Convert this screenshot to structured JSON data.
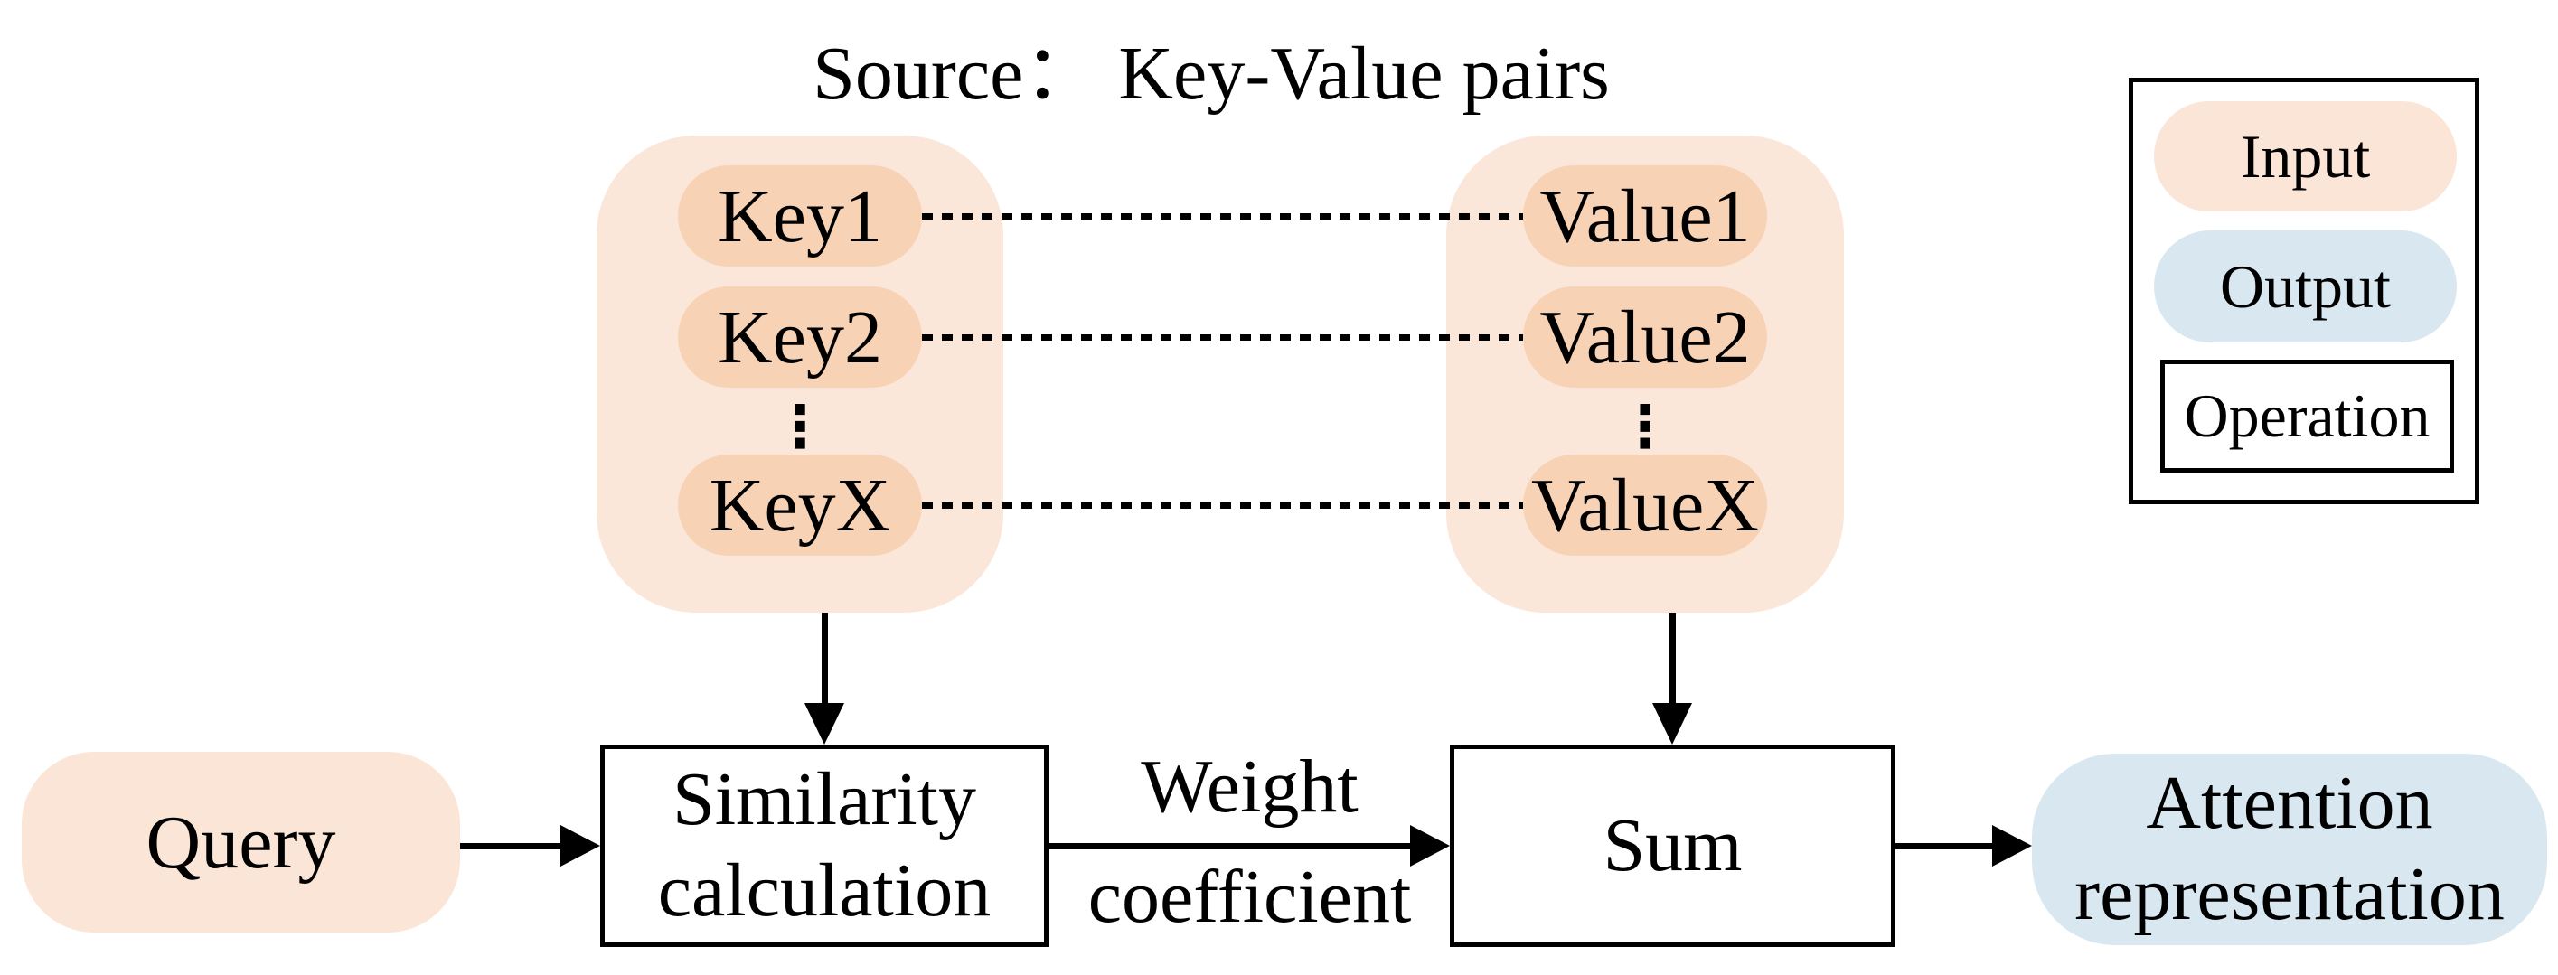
{
  "title": "Source： Key-Value pairs",
  "keys": {
    "items": [
      "Key1",
      "Key2",
      "KeyX"
    ],
    "ellipsis": "⋮"
  },
  "values": {
    "items": [
      "Value1",
      "Value2",
      "ValueX"
    ],
    "ellipsis": "⋮"
  },
  "nodes": {
    "query": "Query",
    "similarity_calculation": "Similarity calculation",
    "sum": "Sum",
    "attention_representation": "Attention representation"
  },
  "edge_label": {
    "line1": "Weight",
    "line2": "coefficient"
  },
  "legend": {
    "input": "Input",
    "output": "Output",
    "operation": "Operation"
  },
  "colors": {
    "input_fill": "#FBE5D6",
    "group_container_fill": "#FBE7D9",
    "key_value_pill_fill": "#F8D2B4",
    "output_fill": "#D9E8F0",
    "line": "#000000"
  }
}
